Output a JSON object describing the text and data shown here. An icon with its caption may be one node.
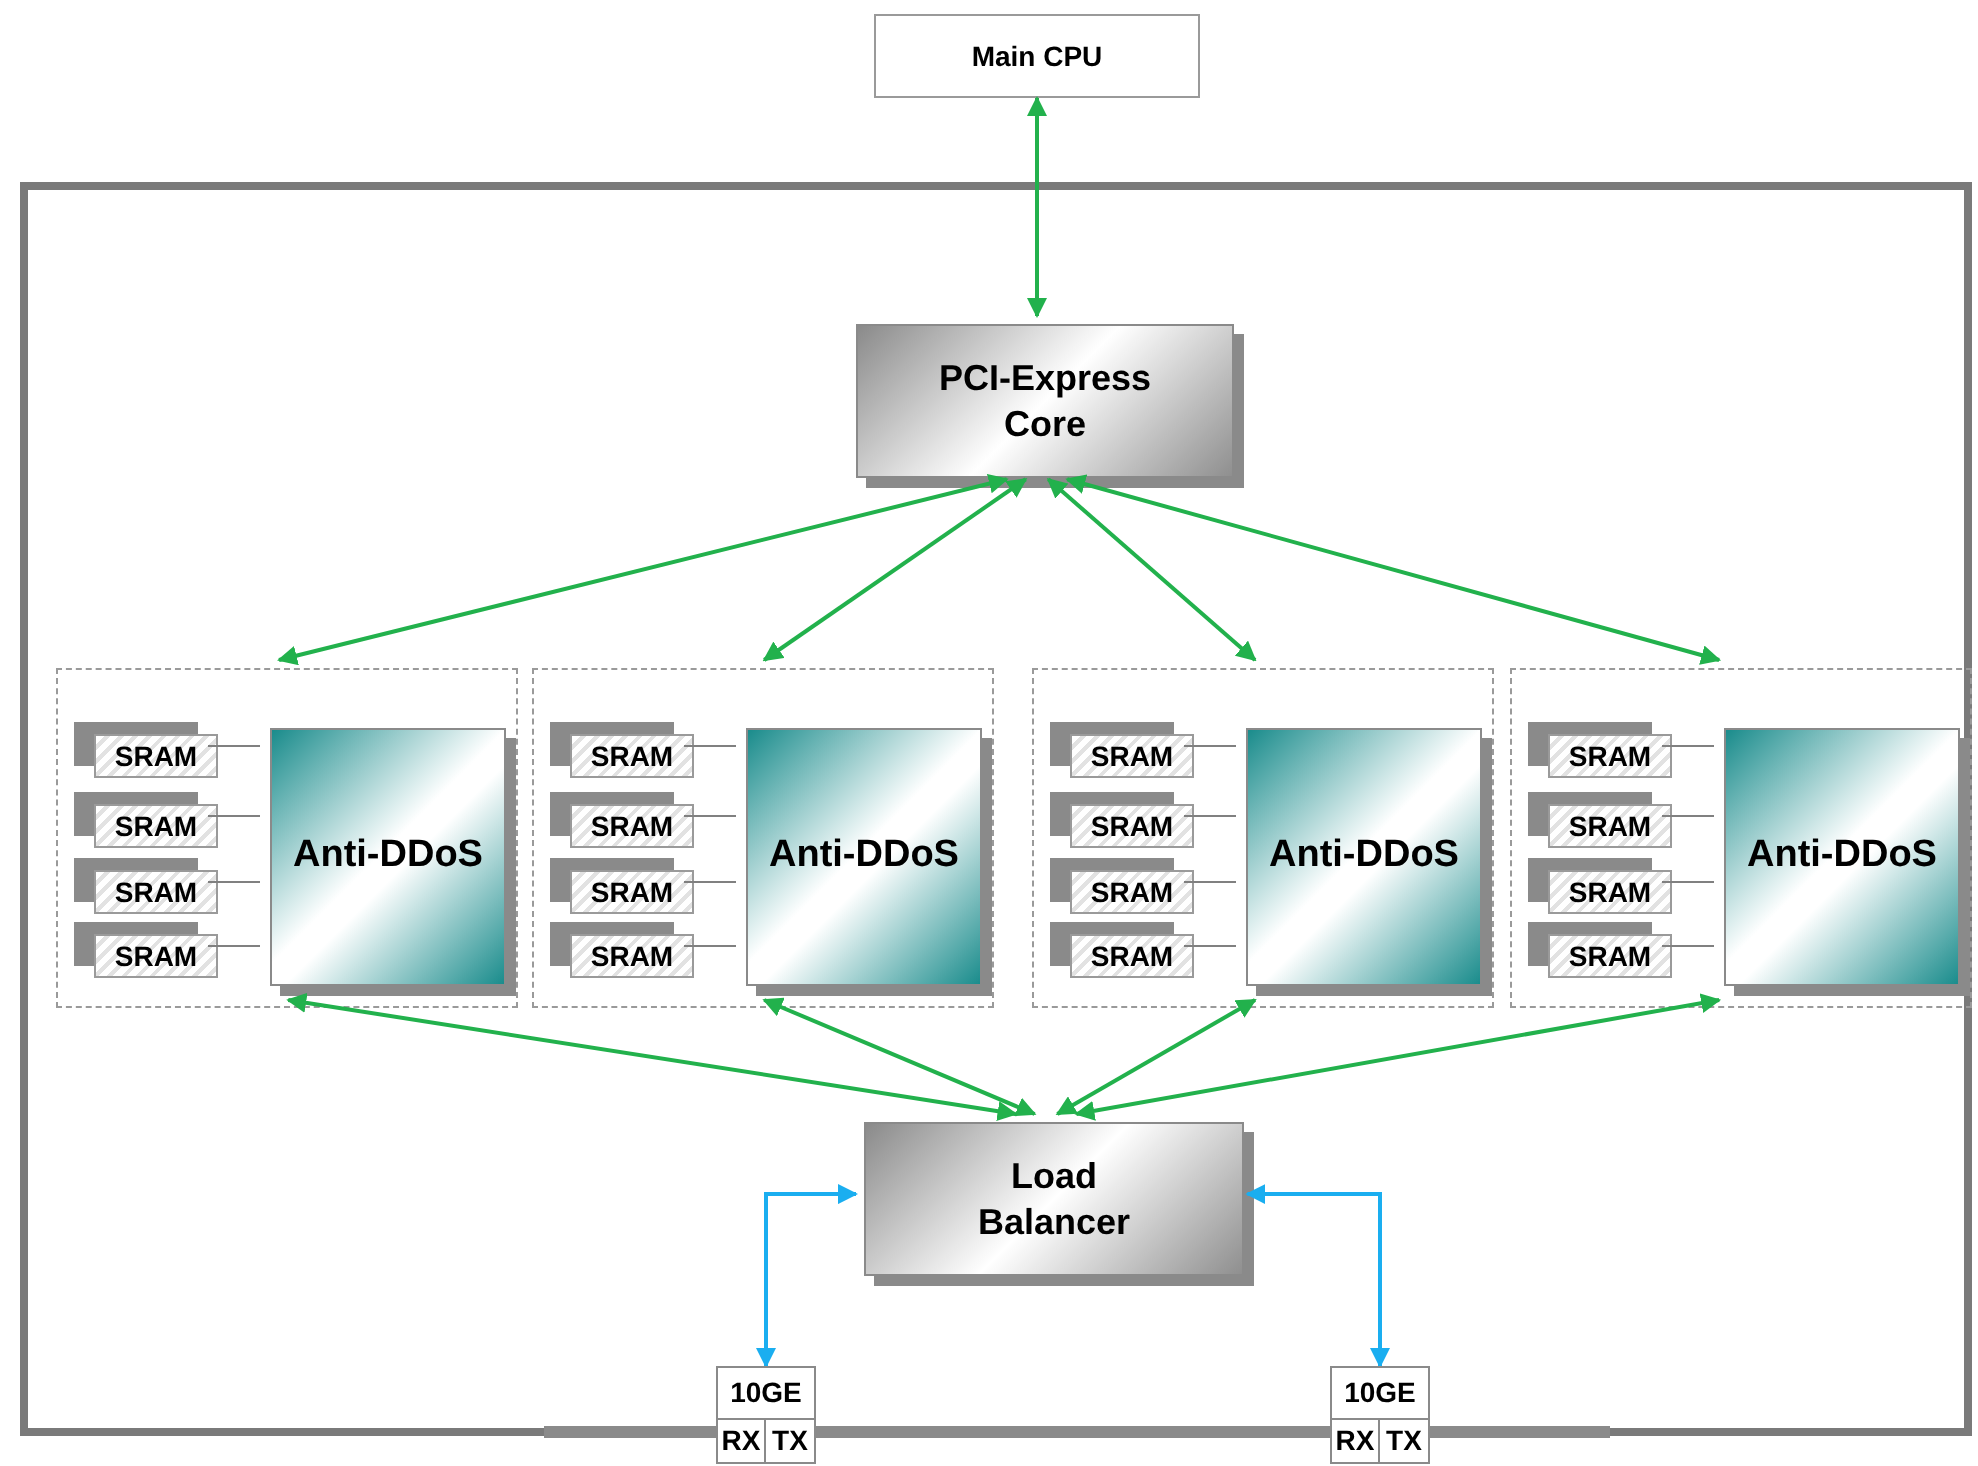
{
  "diagram": {
    "nodes": [
      {
        "text": [
          "Main CPU"
        ]
      },
      {
        "text": [],
        "shape": "box"
      },
      {
        "text": [
          "PCI-Express Core"
        ],
        "in": 1
      },
      {
        "text": [],
        "shape": "box",
        "in": 1
      },
      {
        "text": [
          "SRAM"
        ],
        "in": 3
      },
      {
        "text": [
          "SRAM"
        ],
        "in": 3
      },
      {
        "text": [
          "SRAM"
        ],
        "in": 3
      },
      {
        "text": [
          "SRAM"
        ],
        "in": 3
      },
      {
        "text": [
          "Anti-DDoS"
        ],
        "in": 3
      },
      {
        "text": [],
        "shape": "box",
        "in": 1
      },
      {
        "text": [
          "SRAM"
        ],
        "in": 9
      },
      {
        "text": [
          "SRAM"
        ],
        "in": 9
      },
      {
        "text": [
          "SRAM"
        ],
        "in": 9
      },
      {
        "text": [
          "SRAM"
        ],
        "in": 9
      },
      {
        "text": [
          "Anti-DDoS"
        ],
        "in": 9
      },
      {
        "text": [],
        "shape": "box",
        "in": 1
      },
      {
        "text": [
          "SRAM"
        ],
        "in": 15
      },
      {
        "text": [
          "SRAM"
        ],
        "in": 15
      },
      {
        "text": [
          "SRAM"
        ],
        "in": 15
      },
      {
        "text": [
          "SRAM"
        ],
        "in": 15
      },
      {
        "text": [
          "Anti-DDoS"
        ],
        "in": 15
      },
      {
        "text": [],
        "shape": "box",
        "in": 1
      },
      {
        "text": [
          "SRAM"
        ],
        "in": 21
      },
      {
        "text": [
          "SRAM"
        ],
        "in": 21
      },
      {
        "text": [
          "SRAM"
        ],
        "in": 21
      },
      {
        "text": [
          "SRAM"
        ],
        "in": 21
      },
      {
        "text": [
          "Anti-DDoS"
        ],
        "in": 21
      },
      {
        "text": [
          "Load Balancer"
        ],
        "in": 1
      },
      {
        "text": [
          "10GE",
          "RX",
          "TX"
        ]
      },
      {
        "text": [
          "10GE",
          "RX",
          "TX"
        ]
      }
    ],
    "edges": [
      {
        "from": 0,
        "to": 2,
        "arrow": "both",
        "color": "#22b14c"
      },
      {
        "from": 2,
        "to": 3,
        "arrow": "both",
        "color": "#22b14c"
      },
      {
        "from": 2,
        "to": 9,
        "arrow": "both",
        "color": "#22b14c"
      },
      {
        "from": 2,
        "to": 15,
        "arrow": "both",
        "color": "#22b14c"
      },
      {
        "from": 2,
        "to": 21,
        "arrow": "both",
        "color": "#22b14c"
      },
      {
        "from": 3,
        "to": 27,
        "arrow": "both",
        "color": "#22b14c"
      },
      {
        "from": 9,
        "to": 27,
        "arrow": "both",
        "color": "#22b14c"
      },
      {
        "from": 15,
        "to": 27,
        "arrow": "both",
        "color": "#22b14c"
      },
      {
        "from": 21,
        "to": 27,
        "arrow": "both",
        "color": "#22b14c"
      },
      {
        "from": 4,
        "to": 8,
        "arrow": "none",
        "color": "#808080"
      },
      {
        "from": 5,
        "to": 8,
        "arrow": "none",
        "color": "#808080"
      },
      {
        "from": 6,
        "to": 8,
        "arrow": "none",
        "color": "#808080"
      },
      {
        "from": 7,
        "to": 8,
        "arrow": "none",
        "color": "#808080"
      },
      {
        "from": 10,
        "to": 14,
        "arrow": "none",
        "color": "#808080"
      },
      {
        "from": 11,
        "to": 14,
        "arrow": "none",
        "color": "#808080"
      },
      {
        "from": 12,
        "to": 14,
        "arrow": "none",
        "color": "#808080"
      },
      {
        "from": 13,
        "to": 14,
        "arrow": "none",
        "color": "#808080"
      },
      {
        "from": 16,
        "to": 20,
        "arrow": "none",
        "color": "#808080"
      },
      {
        "from": 17,
        "to": 20,
        "arrow": "none",
        "color": "#808080"
      },
      {
        "from": 18,
        "to": 20,
        "arrow": "none",
        "color": "#808080"
      },
      {
        "from": 19,
        "to": 20,
        "arrow": "none",
        "color": "#808080"
      },
      {
        "from": 22,
        "to": 26,
        "arrow": "none",
        "color": "#808080"
      },
      {
        "from": 23,
        "to": 26,
        "arrow": "none",
        "color": "#808080"
      },
      {
        "from": 24,
        "to": 26,
        "arrow": "none",
        "color": "#808080"
      },
      {
        "from": 25,
        "to": 26,
        "arrow": "none",
        "color": "#808080"
      },
      {
        "from": 27,
        "to": 28,
        "arrow": "both",
        "color": "#1aaef0"
      },
      {
        "from": 27,
        "to": 29,
        "arrow": "both",
        "color": "#1aaef0"
      }
    ]
  }
}
